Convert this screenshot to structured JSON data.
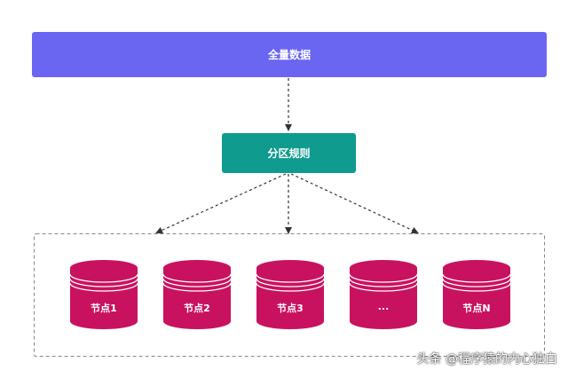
{
  "diagram": {
    "top": {
      "label": "全量数据"
    },
    "middle": {
      "label": "分区规则"
    },
    "nodes": [
      {
        "label": "节点1"
      },
      {
        "label": "节点2"
      },
      {
        "label": "节点3"
      },
      {
        "label": "..."
      },
      {
        "label": "节点N"
      }
    ]
  },
  "watermark": "头条 @程序猿的内心独白",
  "colors": {
    "top_box": "#6a66f2",
    "middle_box": "#0f9b8e",
    "node_fill": "#c8125f",
    "node_stripe": "#ffffff",
    "arrow": "#333333",
    "group_border": "#888888"
  }
}
